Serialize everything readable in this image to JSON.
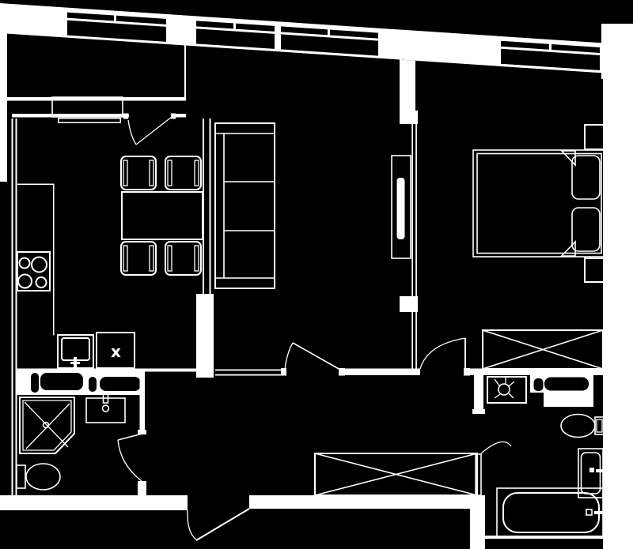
{
  "colors": {
    "background": "#000000",
    "line": "#ffffff"
  },
  "labels": {
    "washer_appliance": "x"
  },
  "fixtures": {
    "kitchen": [
      "cooktop-icon",
      "kitchen-sink-icon",
      "washer-icon",
      "dining-table",
      "chairs"
    ],
    "living": [
      "sofa",
      "sliding-door"
    ],
    "bedroom": [
      "double-bed",
      "pillows",
      "nightstands",
      "wardrobe-x"
    ],
    "hallway": [
      "wardrobe-x",
      "entrance-door"
    ],
    "bathroom_left": [
      "shower-icon",
      "toilet-icon",
      "washbasin-icon",
      "vanity-counter"
    ],
    "bathroom_right": [
      "bathtub-icon",
      "toilet-icon",
      "washbasin-icon",
      "fan-icon",
      "vanity-counter"
    ]
  }
}
